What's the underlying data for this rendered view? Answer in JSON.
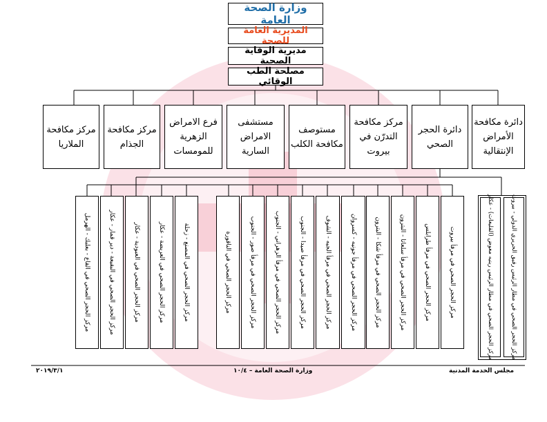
{
  "header": {
    "ministry": "وزارة الصحة العامة",
    "directorate": "المديرية العامة للصحة",
    "department": "مديرية الوقاية الصحية",
    "service": "مصلحة الطب الوقائي"
  },
  "colors": {
    "ministry_text": "#1f6ea8",
    "directorate_text": "#e84b1e",
    "watermark": "#f7c9d3"
  },
  "departments": [
    "دائرة مكافحة الأمراض الإنتقالية",
    "دائرة الحجر الصحي",
    "مركز مكافحة التدرّن في بيروت",
    "مستوصف مكافحة الكلب",
    "مستشفى الامراض السارية",
    "فرع الامراض الزهرية للمومسات",
    "مركز مكافحة الجذام",
    "مركز مكافحة الملاريا"
  ],
  "quarantine_centers": [
    "مركز الحجر الصحي في مرفأ بيروت",
    "مركز الحجر الصحي في مرفأ طرابلس",
    "مركز الحجر الصحي في مرفأ سلعاتا - البترون",
    "مركز الحجر الصحي في مرفأ شكا - البترون",
    "مركز الحجر الصحي في مرفأ جونيه - كسروان",
    "مركز الحجر الصحي في مرفأ الجيه - الشوف",
    "مركز الحجر الصحي في مرفأ صيدا - الجنوب",
    "مركز الحجر الصحي في مرفأ الزهراني - الجنوب",
    "مركز الحجر الصحي في مرفأ صور - الجنوب",
    "مركز الحجر الصحي في الناقورة",
    "مركز الحجر الصحي في المصنع - زحلة",
    "مركز الحجر الصحي في العريضة - عكار",
    "مركز الحجر الصحي في العبودية - عكار",
    "مركز الحجر الصحي في البقيعة - دير قمار - عكار",
    "مركز الحجر الصحي في القاع - بعلبك - الهرمل"
  ],
  "airport_centers": [
    "مركز الحجر الصحي في مطار الرئيس رفيق الحريري الدولي - بيروت",
    "مركز الحجر الصحي في مطار الرئيس رينيه معوض (القليعات) - عكار"
  ],
  "footer": {
    "left": "٢٠١٩/٣/١",
    "center": "وزارة الصحة العامة – ١٠/٤",
    "right": "مجلس الخدمة المدنية"
  }
}
